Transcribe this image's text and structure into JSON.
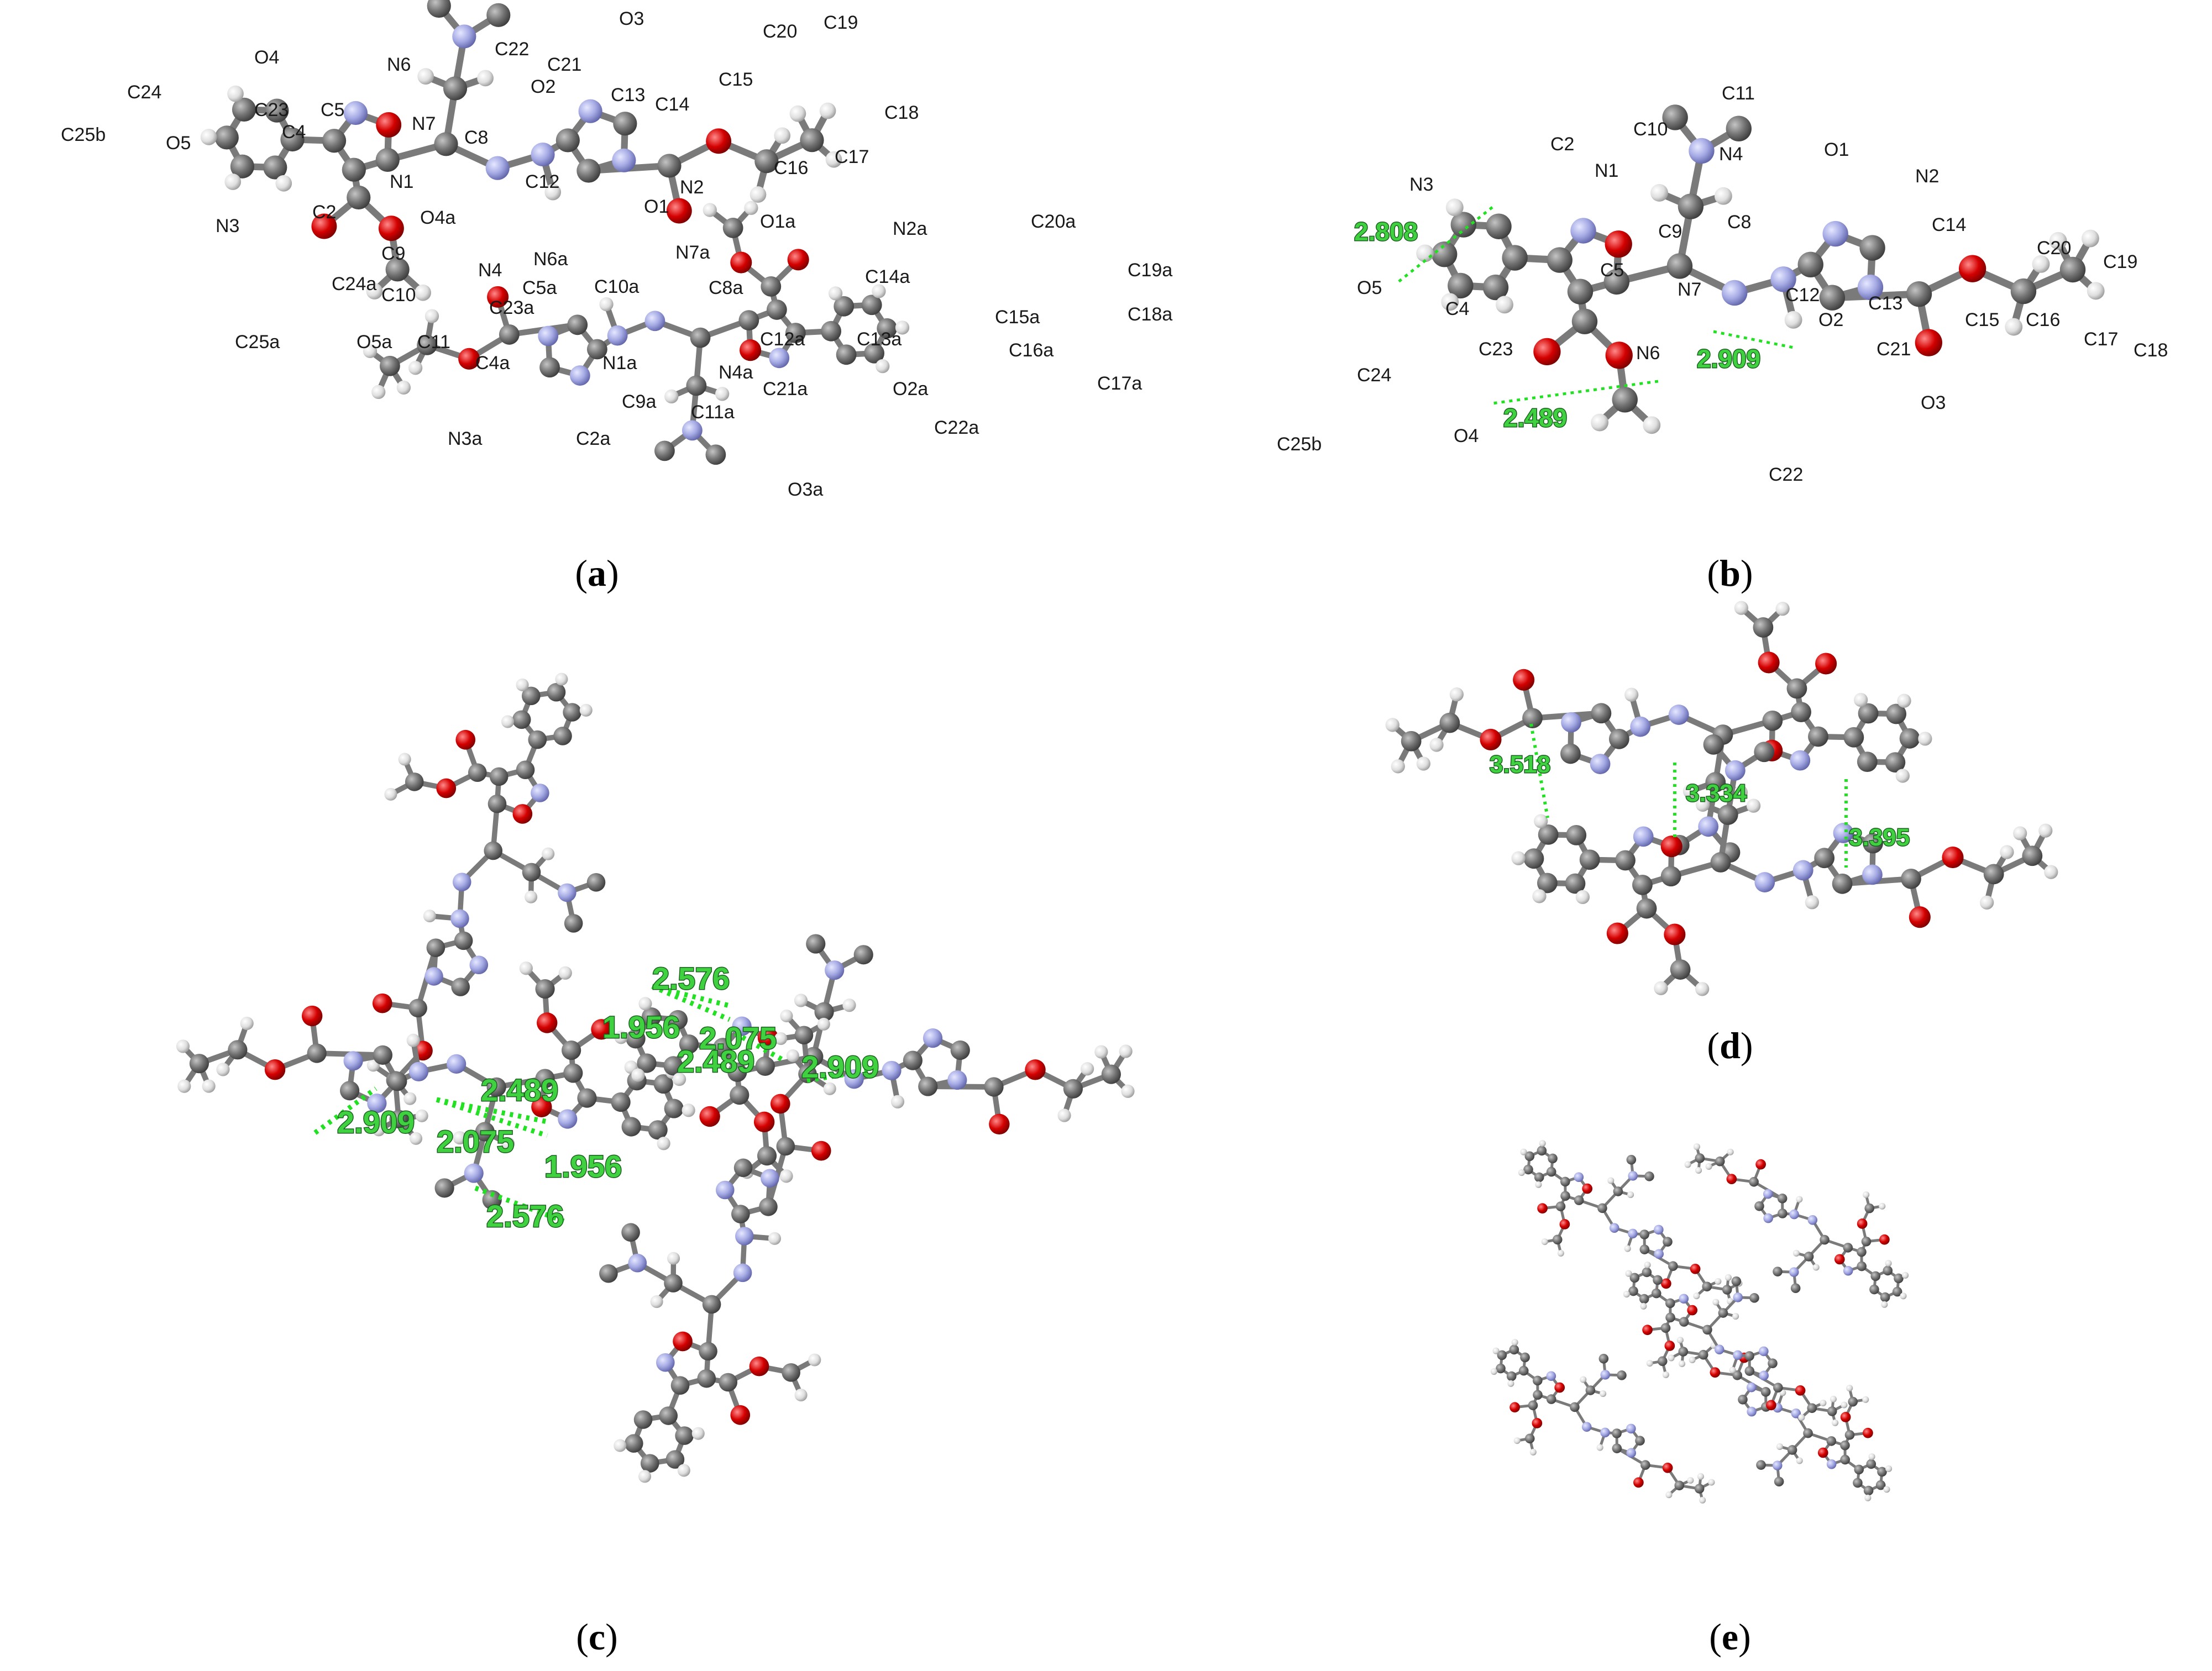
{
  "colors": {
    "carbon": "#6f6f6f",
    "hydrogen": "#e4e4e4",
    "nitrogen": "#a9aee6",
    "oxygen": "#d60000",
    "contact": "#22e022",
    "bond": "#707070"
  },
  "panel_a": {
    "caption": {
      "open": "(",
      "letter": "a",
      "close": ")"
    },
    "atom_labels": [
      "O4",
      "N6",
      "C22",
      "C21",
      "O3",
      "C20",
      "C19",
      "C24",
      "C23",
      "C5",
      "N7",
      "O2",
      "C13",
      "C14",
      "C15",
      "C18",
      "C25b",
      "O5",
      "C4",
      "C8",
      "C12",
      "N2",
      "C16",
      "C17",
      "N1",
      "O1",
      "N3",
      "C2",
      "O4a",
      "C9",
      "N6a",
      "N7a",
      "O1a",
      "N2a",
      "C20a",
      "C24a",
      "N4",
      "C10a",
      "C8a",
      "C14a",
      "C19a",
      "C10",
      "C23a",
      "C5a",
      "C15a",
      "C18a",
      "C25a",
      "O5a",
      "C11",
      "C4a",
      "N1a",
      "N4a",
      "C12a",
      "C13a",
      "C21a",
      "O2a",
      "C16a",
      "C17a",
      "N3a",
      "C2a",
      "C9a",
      "C11a",
      "C22a",
      "O3a"
    ]
  },
  "panel_b": {
    "caption": {
      "open": "(",
      "letter": "b",
      "close": ")"
    },
    "atom_labels": [
      "C11",
      "C2",
      "C10",
      "N4",
      "O1",
      "N2",
      "N3",
      "N1",
      "C14",
      "C20",
      "C19",
      "C9",
      "C8",
      "O5",
      "C4",
      "C5",
      "N7",
      "C12",
      "C13",
      "O2",
      "C15",
      "C16",
      "C17",
      "C18",
      "C23",
      "N6",
      "C21",
      "C24",
      "O3",
      "O4",
      "C25b",
      "C22"
    ],
    "distances": [
      "2.808",
      "2.909",
      "2.489"
    ]
  },
  "panel_c": {
    "caption": {
      "open": "(",
      "letter": "c",
      "close": ")"
    },
    "distances": [
      "2.576",
      "1.956",
      "2.075",
      "2.489",
      "2.909",
      "2.489",
      "2.909",
      "2.075",
      "1.956",
      "2.576"
    ]
  },
  "panel_d": {
    "caption": {
      "open": "(",
      "letter": "d",
      "close": ")"
    },
    "distances": [
      "3.518",
      "3.334",
      "3.395"
    ]
  },
  "panel_e": {
    "caption": {
      "open": "(",
      "letter": "e",
      "close": ")"
    }
  }
}
